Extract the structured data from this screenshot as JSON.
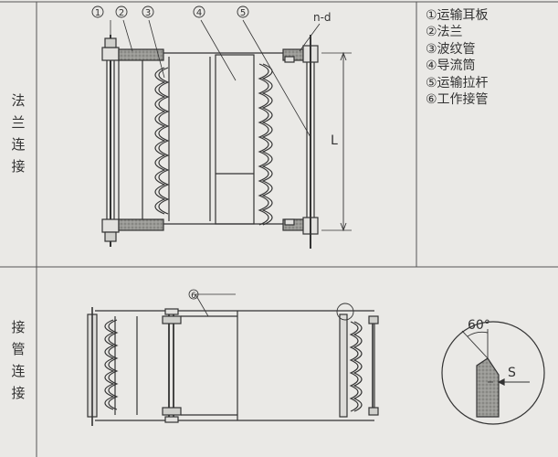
{
  "section_labels": {
    "top": [
      "法",
      "兰",
      "连",
      "接"
    ],
    "bottom": [
      "接",
      "管",
      "连",
      "接"
    ]
  },
  "legend": [
    "①运输耳板",
    "②法兰",
    "③波纹管",
    "④导流筒",
    "⑤运输拉杆",
    "⑥工作接管"
  ],
  "callouts": {
    "c1": "1",
    "c2": "2",
    "c3": "3",
    "c4": "4",
    "c5": "5",
    "c6": "6",
    "nd": "n-d",
    "L": "L"
  },
  "detail": {
    "angle": "60°",
    "gap": "S"
  }
}
